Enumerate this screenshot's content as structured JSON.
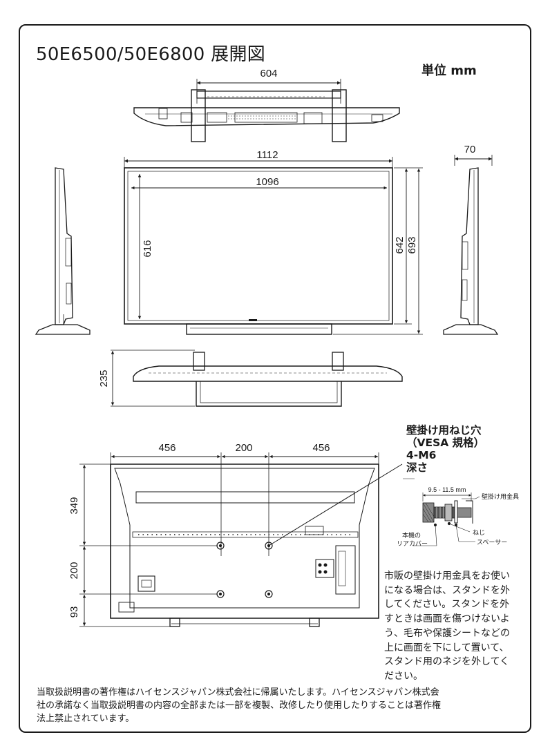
{
  "title": "50E6500/50E6800 展開図",
  "unit_label": "単位 mm",
  "dimensions": {
    "stand_width": "604",
    "outer_width": "1112",
    "screen_width": "1096",
    "depth": "70",
    "screen_height": "616",
    "height_no_stand": "642",
    "height_with_stand": "693",
    "stand_depth": "235",
    "rear_left": "456",
    "rear_center": "200",
    "rear_right": "456",
    "rear_top": "349",
    "rear_vesa_v": "200",
    "rear_bottom": "93"
  },
  "vesa_label": {
    "line1": "壁掛け用ねじ穴",
    "line2": "（VESA 規格）",
    "line3": "4-M6",
    "line4": "深さ"
  },
  "detail": {
    "range": "9.5 - 11.5 mm",
    "bracket": "壁掛け用金具",
    "rear_cover_1": "本機の",
    "rear_cover_2": "リアカバー",
    "screw": "ねじ",
    "spacer": "スペーサー"
  },
  "instructions": [
    "市販の壁掛け用金具をお使い",
    "になる場合は、スタンドを外",
    "してください。スタンドを外",
    "すときは画面を傷つけないよ",
    "う、毛布や保護シートなどの",
    "上に画面を下にして置いて、",
    "スタンド用のネジを外してく",
    "ださい。"
  ],
  "footer": [
    "当取扱説明書の著作権はハイセンスジャパン株式会社に帰属いたします。ハイセンスジャパン株式会",
    "社の承諾なく当取扱説明書の内容の全部または一部を複製、改修したり使用したりすることは著作権",
    "法上禁止されています。"
  ]
}
